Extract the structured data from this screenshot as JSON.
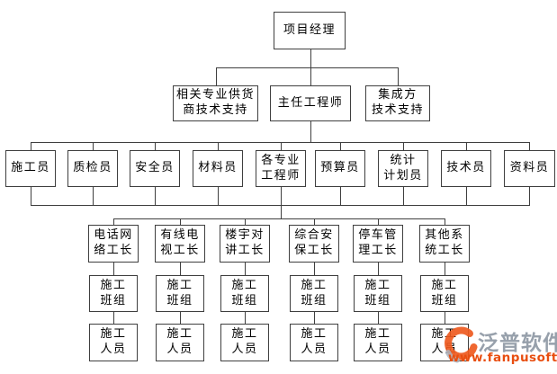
{
  "org": {
    "level1": [
      {
        "label": "项目经理"
      }
    ],
    "level2": [
      {
        "label": "相关专业供货\n商技术支持"
      },
      {
        "label": "主任工程师"
      },
      {
        "label": "集成方\n技术支持"
      }
    ],
    "level3": [
      {
        "label": "施工员"
      },
      {
        "label": "质检员"
      },
      {
        "label": "安全员"
      },
      {
        "label": "材料员"
      },
      {
        "label": "各专业\n工程师"
      },
      {
        "label": "预算员"
      },
      {
        "label": "统计\n计划员"
      },
      {
        "label": "技术员"
      },
      {
        "label": "资料员"
      }
    ],
    "level4": [
      {
        "label": "电话网\n络工长"
      },
      {
        "label": "有线电\n视工长"
      },
      {
        "label": "楼宇对\n讲工长"
      },
      {
        "label": "综合安\n保工长"
      },
      {
        "label": "停车管\n理工长"
      },
      {
        "label": "其他系\n统工长"
      }
    ],
    "level5": [
      {
        "label": "施工\n班组"
      },
      {
        "label": "施工\n班组"
      },
      {
        "label": "施工\n班组"
      },
      {
        "label": "施工\n班组"
      },
      {
        "label": "施工\n班组"
      },
      {
        "label": "施工\n班组"
      }
    ],
    "level6": [
      {
        "label": "施工\n人员"
      },
      {
        "label": "施工\n人员"
      },
      {
        "label": "施工\n人员"
      },
      {
        "label": "施工\n人员"
      },
      {
        "label": "施工\n人员"
      },
      {
        "label": "施工\n人员"
      }
    ]
  },
  "watermark": {
    "brand": "泛普软件",
    "url": "www.fanpusoft.com"
  },
  "colors": {
    "line": "#3f3f3f",
    "box_border": "#3f3f3f",
    "background": "#ffffff",
    "text": "#000000",
    "brand_gray": "#97a0ab",
    "brand_orange": "#ee5a1f",
    "url_orange": "#e84e10"
  }
}
